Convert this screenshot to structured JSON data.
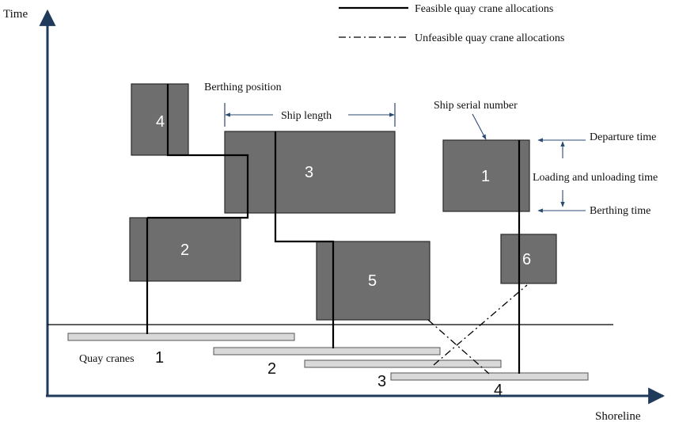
{
  "axes": {
    "y_label": "Time",
    "x_label": "Shoreline"
  },
  "legend": {
    "feasible": "Feasible quay crane allocations",
    "unfeasible": "Unfeasible quay crane allocations"
  },
  "annotations": {
    "berthing_position": "Berthing position",
    "ship_length": "Ship length",
    "ship_serial_number": "Ship serial number",
    "departure_time": "Departure time",
    "loading_unloading_time": "Loading and unloading time",
    "berthing_time": "Berthing time",
    "quay_cranes": "Quay cranes"
  },
  "ships": [
    {
      "id": "4"
    },
    {
      "id": "3"
    },
    {
      "id": "2"
    },
    {
      "id": "5"
    },
    {
      "id": "1"
    },
    {
      "id": "6"
    }
  ],
  "cranes": [
    {
      "id": "1"
    },
    {
      "id": "2"
    },
    {
      "id": "3"
    },
    {
      "id": "4"
    }
  ],
  "colors": {
    "ship_fill": "#6e6e6e",
    "crane_fill": "#d9d9d9",
    "axis": "#1f3a5a",
    "arrow": "#2c4a70"
  }
}
